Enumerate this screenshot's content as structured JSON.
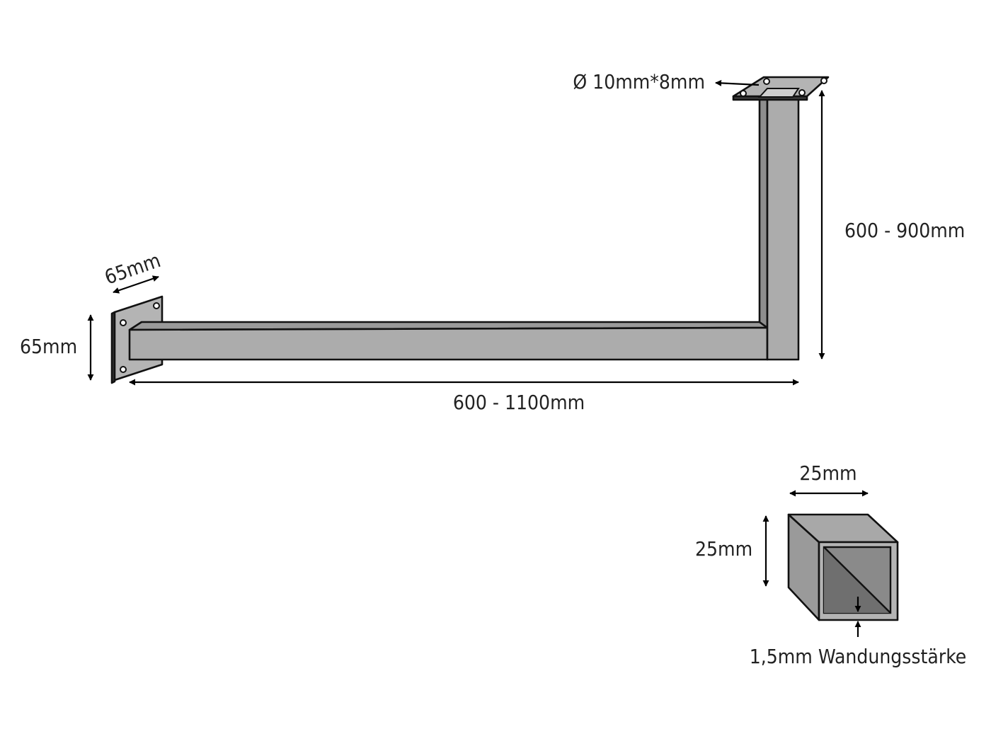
{
  "colors": {
    "steel_front": "#acacac",
    "steel_side": "#8e8e8e",
    "steel_dark": "#4a4a4a",
    "plate_face": "#b4b4b4",
    "hole": "#ffffff",
    "inner_cavity": "#8a8a8a",
    "dimension_line": "#000000",
    "text": "#222222"
  },
  "labels": {
    "mounting_hole": "Ø 10mm*8mm",
    "height_range": "600 - 900mm",
    "plate_width": "65mm",
    "plate_height": "65mm",
    "length_range": "600 - 1100mm",
    "profile_width": "25mm",
    "profile_height": "25mm",
    "wall_thickness": "1,5mm Wandungsstärke"
  },
  "icons": {
    "dimension_arrow": "double-headed-arrow",
    "pointer_arrow": "single-headed-arrow"
  }
}
